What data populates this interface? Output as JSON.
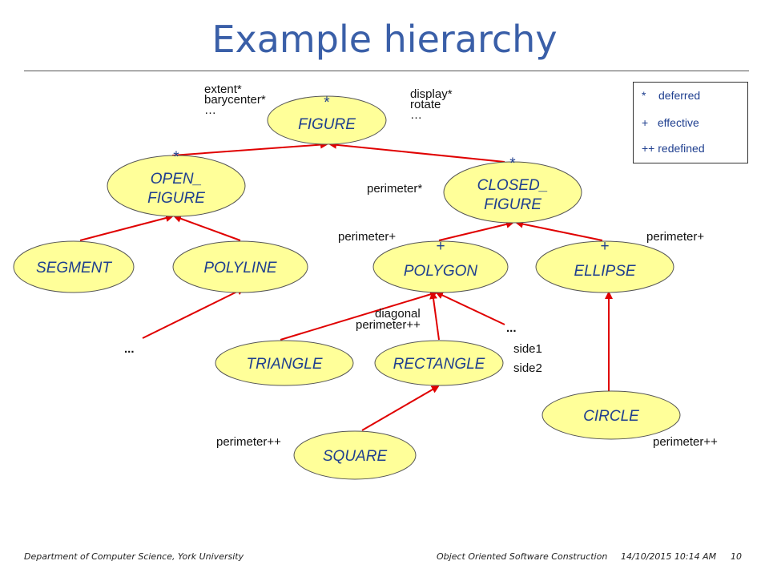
{
  "title": "Example hierarchy",
  "legend": [
    {
      "symbol": "*",
      "text": "deferred"
    },
    {
      "symbol": "+",
      "text": "effective"
    },
    {
      "symbol": "++",
      "text": "redefined"
    }
  ],
  "nodes": [
    {
      "id": "figure",
      "name": "FIGURE",
      "mark": "*"
    },
    {
      "id": "open_figure",
      "name": "OPEN_\nFIGURE",
      "mark": "*"
    },
    {
      "id": "closed_figure",
      "name": "CLOSED_\nFIGURE",
      "mark": "*"
    },
    {
      "id": "segment",
      "name": "SEGMENT",
      "mark": ""
    },
    {
      "id": "polyline",
      "name": "POLYLINE",
      "mark": ""
    },
    {
      "id": "polygon",
      "name": "POLYGON",
      "mark": "+"
    },
    {
      "id": "ellipse",
      "name": "ELLIPSE",
      "mark": "+"
    },
    {
      "id": "triangle",
      "name": "TRIANGLE",
      "mark": ""
    },
    {
      "id": "rectangle",
      "name": "RECTANGLE",
      "mark": ""
    },
    {
      "id": "square",
      "name": "SQUARE",
      "mark": ""
    },
    {
      "id": "circle",
      "name": "CIRCLE",
      "mark": ""
    }
  ],
  "edges": [
    {
      "from": "open_figure",
      "to": "figure"
    },
    {
      "from": "closed_figure",
      "to": "figure"
    },
    {
      "from": "segment",
      "to": "open_figure"
    },
    {
      "from": "polyline",
      "to": "open_figure"
    },
    {
      "from": "polygon",
      "to": "closed_figure"
    },
    {
      "from": "ellipse",
      "to": "closed_figure"
    },
    {
      "from": "triangle",
      "to": "polygon"
    },
    {
      "from": "rectangle",
      "to": "polygon"
    },
    {
      "from": "polygon_more",
      "to": "polygon"
    },
    {
      "from": "polyline_more",
      "to": "polyline"
    },
    {
      "from": "square",
      "to": "rectangle"
    },
    {
      "from": "circle",
      "to": "ellipse"
    }
  ],
  "annotations": {
    "figure_left": "extent*\nbarycenter*\n…",
    "figure_right": "display*\nrotate\n…",
    "closed_figure": "perimeter*",
    "polygon": "perimeter+",
    "ellipse": "perimeter+",
    "rectangle_top": "diagonal\nperimeter++",
    "rectangle_right": "side1\nside2",
    "polygon_more": "...",
    "polyline_more": "...",
    "square": "perimeter++",
    "circle": "perimeter++"
  },
  "footer": {
    "left": "Department of Computer Science, York University",
    "center": "Object Oriented Software Construction",
    "date": "14/10/2015 10:14 AM",
    "page": "10"
  }
}
